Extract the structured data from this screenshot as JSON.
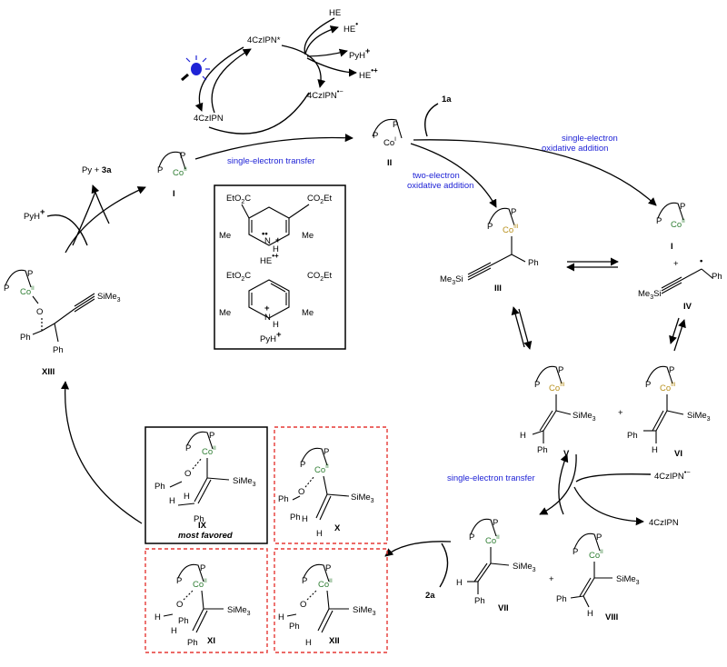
{
  "photo": {
    "excited": "4CzIPN*",
    "ground": "4CzIPN",
    "reduced": "4CzIPN",
    "reduced_sup": "•−",
    "he": "HE",
    "he_rad": "HE",
    "he_rad_sup": "•",
    "pyh": "PyH",
    "pyh_sup": "+",
    "he_cation": "HE",
    "he_cation_sup": "•+"
  },
  "cobalt": {
    "P": "P",
    "co": "Co",
    "ox_I": "I",
    "ox_II": "II",
    "ox_III": "III"
  },
  "steps": {
    "set_top": "single-electron transfer",
    "two_e_1": "two-electron",
    "two_e_2": "oxidative addition",
    "single_ox_1": "single-electron",
    "single_ox_2": "oxidative addition",
    "set_bottom": "single-electron transfer"
  },
  "reagents": {
    "r1a": "1a",
    "r2a": "2a",
    "py_3a_prefix": "Py + ",
    "py_3a_bold": "3a",
    "pyh": "PyH",
    "pyh_sup": "+",
    "czipn_rad": "4CzIPN",
    "czipn_rad_sup": "•−",
    "czipn": "4CzIPN"
  },
  "labels": {
    "I_left": "I",
    "II": "II",
    "I_right": "I",
    "III": "III",
    "IV": "IV",
    "V": "V",
    "VI": "VI",
    "VII": "VII",
    "VIII": "VIII",
    "IX": "IX",
    "X": "X",
    "XI": "XI",
    "XII": "XII",
    "XIII": "XIII"
  },
  "groups": {
    "sime3": "SiMe",
    "sime3_sub": "3",
    "me3si": "Me",
    "me3si_sub": "3",
    "me3si_tail": "Si",
    "ph": "Ph",
    "h": "H",
    "o": "O",
    "plus": "+",
    "co2et_a": "EtO",
    "co2et_b": "C",
    "co2et_r": "CO",
    "co2et_r2": "Et",
    "me": "Me",
    "n": "N",
    "n_h": "H",
    "he_box": "HE",
    "he_box_sup": "•+",
    "pyh_box": "PyH",
    "pyh_box_sup": "+"
  },
  "favored": "most favored"
}
